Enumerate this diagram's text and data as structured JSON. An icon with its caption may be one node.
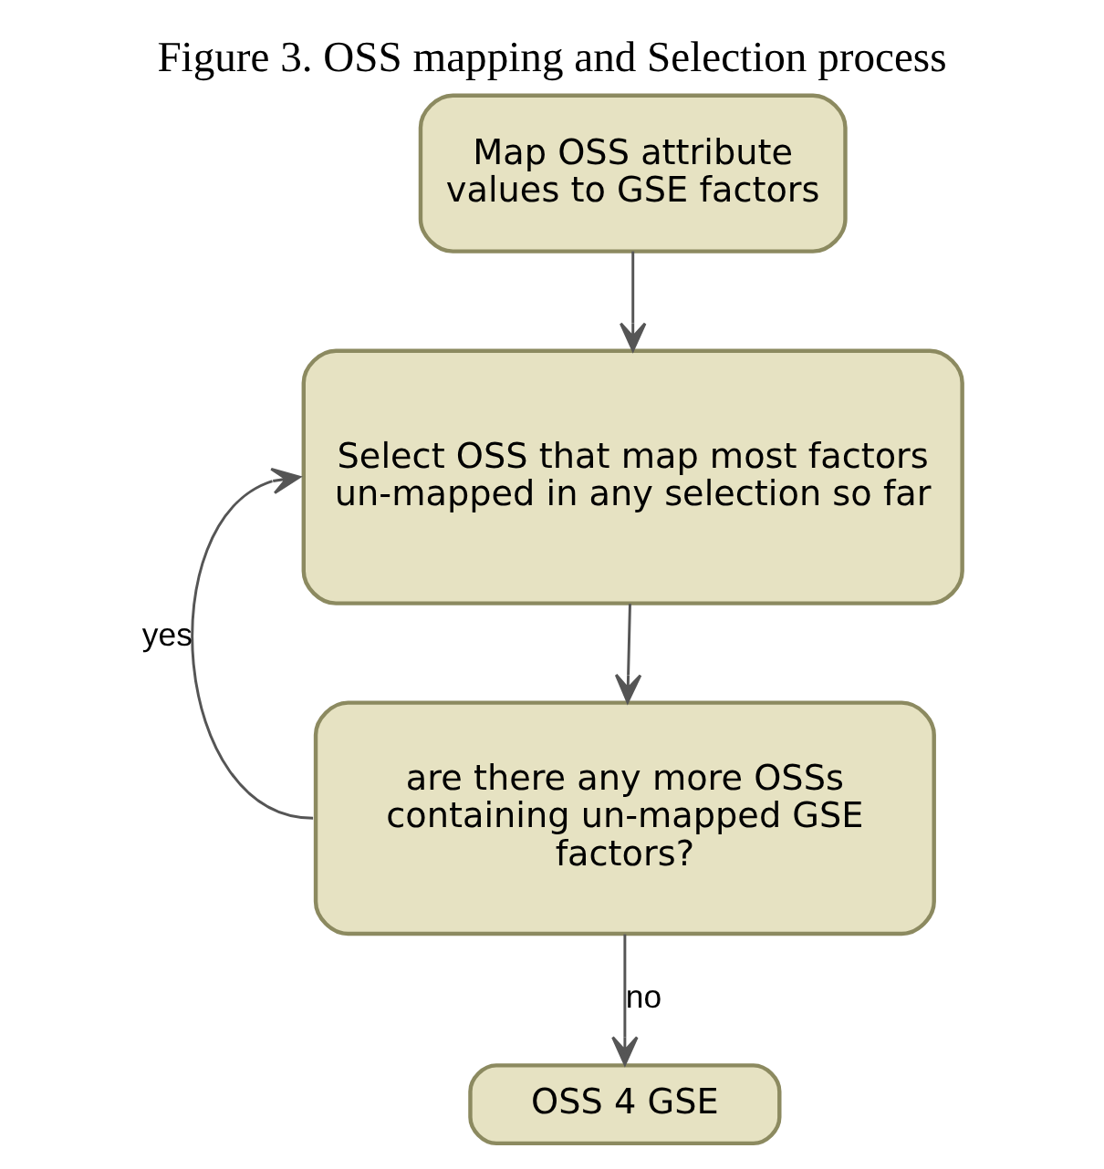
{
  "diagram": {
    "title": "Figure 3. OSS mapping and Selection process",
    "nodes": [
      {
        "text": [
          "Map OSS attribute values to GSE factors"
        ]
      },
      {
        "text": [
          "Select OSS that map most factors un-mapped in any selection so far"
        ]
      },
      {
        "text": [
          "are there any more OSSs containing un-mapped GSE factors?"
        ]
      },
      {
        "text": [
          "OSS 4 GSE"
        ]
      }
    ],
    "edges": [
      {
        "from": 0,
        "to": 1,
        "arrow": "to"
      },
      {
        "from": 1,
        "to": 2,
        "arrow": "to"
      },
      {
        "from": 2,
        "to": 1,
        "arrow": "to",
        "label": "yes"
      },
      {
        "from": 2,
        "to": 3,
        "arrow": "to",
        "label": "no"
      }
    ]
  }
}
